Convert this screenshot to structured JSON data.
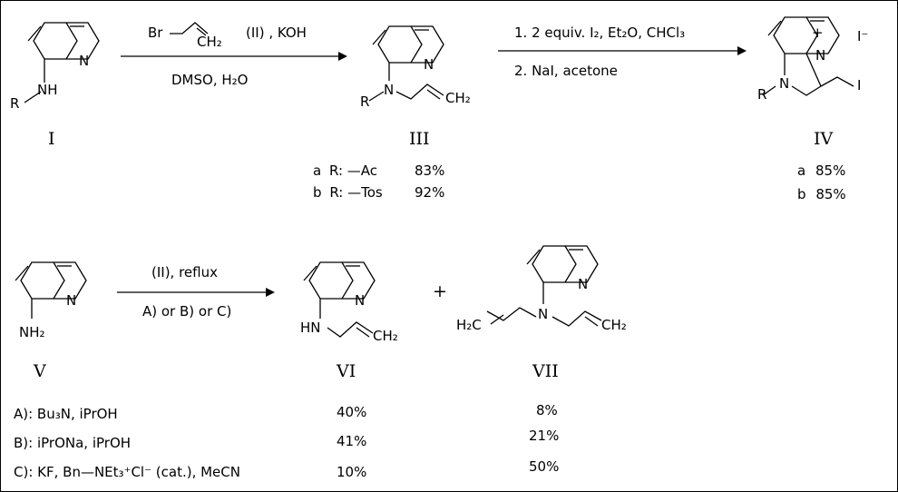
{
  "scheme1": {
    "step1": {
      "reagent_above": "(II) , KOH",
      "reagent_below": "DMSO, H₂O"
    },
    "step2": {
      "reagent_above": "1. 2 equiv. I₂, Et₂O, CHCl₃",
      "reagent_below": "2. NaI, acetone"
    },
    "compounds": {
      "I": "I",
      "III": "III",
      "IV": "IV"
    },
    "yields_III": [
      {
        "letter": "a",
        "r": "R: —Ac",
        "yield": "83%"
      },
      {
        "letter": "b",
        "r": "R: —Tos",
        "yield": "92%"
      }
    ],
    "yields_IV": [
      {
        "letter": "a",
        "yield": "85%"
      },
      {
        "letter": "b",
        "yield": "85%"
      }
    ],
    "atoms": {
      "N": "N",
      "NH": "NH",
      "R": "R",
      "Br": "Br",
      "CH2": "CH₂",
      "I": "I",
      "Iminus": "I⁻",
      "plus": "+"
    }
  },
  "scheme2": {
    "step": {
      "reagent_above": "(II), reflux",
      "reagent_below": "A) or B) or C)"
    },
    "plus_sign": "+",
    "compounds": {
      "V": "V",
      "VI": "VI",
      "VII": "VII"
    },
    "atoms": {
      "NH2": "NH₂",
      "HN": "HN",
      "H2C": "H₂C",
      "CH2": "CH₂",
      "N": "N"
    },
    "conditions": [
      {
        "label": "A): Bu₃N, iPrOH",
        "yield_VI": "40%",
        "yield_VII": "8%"
      },
      {
        "label": "B): iPrONa, iPrOH",
        "yield_VI": "41%",
        "yield_VII": "21%"
      },
      {
        "label": "C): KF, Bn—NEt₃⁺Cl⁻ (cat.), MeCN",
        "yield_VI": "10%",
        "yield_VII": "50%"
      }
    ]
  }
}
